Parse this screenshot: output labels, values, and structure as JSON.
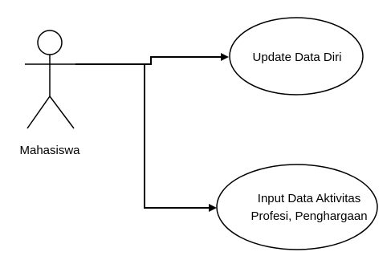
{
  "diagram": {
    "type": "use-case",
    "actor": {
      "name": "Mahasiswa"
    },
    "use_cases": [
      {
        "lines": [
          "Update Data Diri"
        ]
      },
      {
        "lines": [
          "Input Data Aktivitas",
          "Profesi, Penghargaan"
        ]
      }
    ],
    "colors": {
      "stroke": "#000000",
      "background": "#ffffff"
    }
  }
}
